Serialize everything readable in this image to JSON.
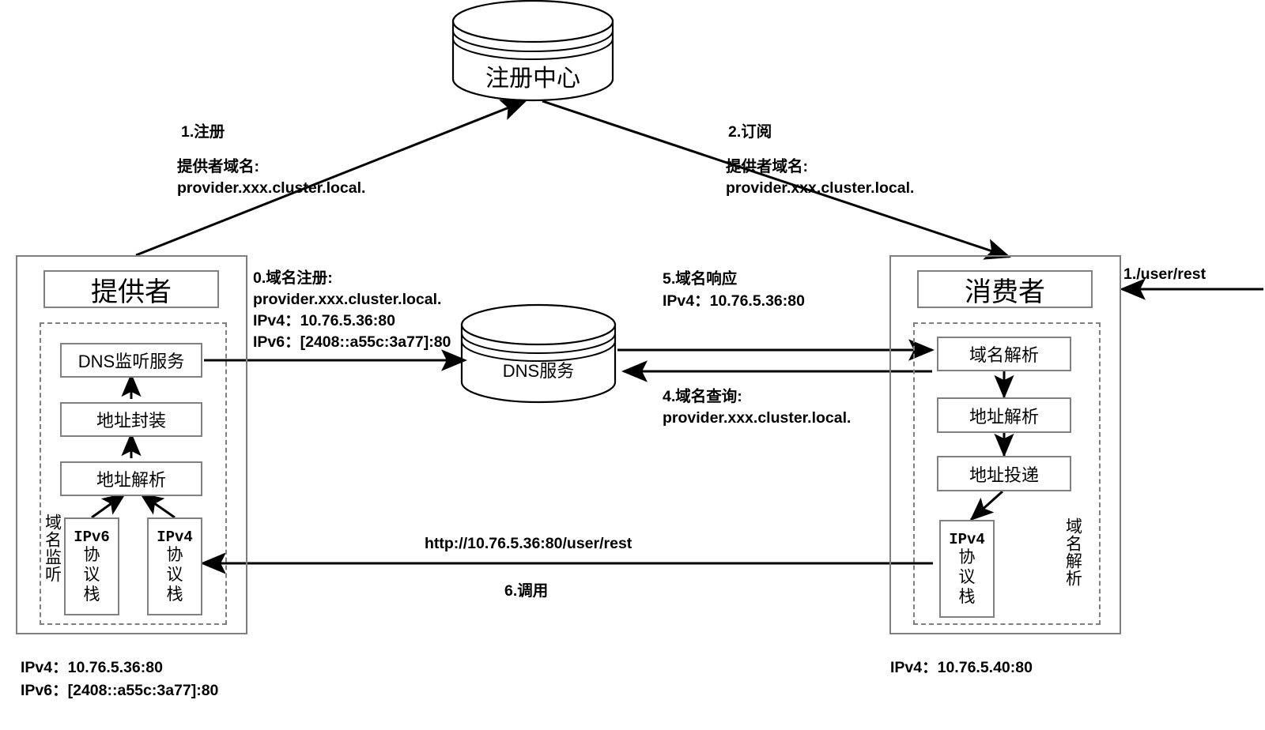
{
  "diagram": {
    "title": "DNS based service discovery between provider and consumer",
    "registry": {
      "label": "注册中心"
    },
    "dns": {
      "label": "DNS服务"
    },
    "provider": {
      "title": "提供者",
      "group_label": "域名监听",
      "nodes": [
        {
          "id": "dns-listen",
          "label": "DNS监听服务"
        },
        {
          "id": "addr-encap",
          "label": "地址封装"
        },
        {
          "id": "addr-resolve",
          "label": "地址解析"
        }
      ],
      "stacks": [
        {
          "id": "ipv6-stack",
          "proto": "IPv6",
          "line1": "协",
          "line2": "议",
          "line3": "栈"
        },
        {
          "id": "ipv4-stack",
          "proto": "IPv4",
          "line1": "协",
          "line2": "议",
          "line3": "栈"
        }
      ],
      "footer": [
        "IPv4：10.76.5.36:80",
        "IPv6：[2408::a55c:3a77]:80"
      ]
    },
    "consumer": {
      "title": "消费者",
      "group_label": "域名解析",
      "nodes": [
        {
          "id": "domain-resolve",
          "label": "域名解析"
        },
        {
          "id": "addr-resolve",
          "label": "地址解析"
        },
        {
          "id": "addr-deliver",
          "label": "地址投递"
        }
      ],
      "stacks": [
        {
          "id": "ipv4-stack",
          "proto": "IPv4",
          "line1": "协",
          "line2": "议",
          "line3": "栈"
        }
      ],
      "footer": [
        "IPv4：10.76.5.40:80"
      ]
    },
    "annotations": {
      "register": {
        "step": "1.注册",
        "line1": "提供者域名:",
        "line2": "provider.xxx.cluster.local."
      },
      "subscribe": {
        "step": "2.订阅",
        "line1": "提供者域名:",
        "line2": "provider.xxx.cluster.local."
      },
      "domain_register": {
        "line1": "0.域名注册:",
        "line2": "provider.xxx.cluster.local.",
        "line3": "IPv4：10.76.5.36:80",
        "line4": "IPv6：[2408::a55c:3a77]:80"
      },
      "domain_response": {
        "line1": "5.域名响应",
        "line2": "IPv4：10.76.5.36:80"
      },
      "domain_query": {
        "line1": "4.域名查询:",
        "line2": "provider.xxx.cluster.local."
      },
      "invoke": {
        "url": "http://10.76.5.36:80/user/rest",
        "step": "6.调用"
      },
      "entry": "1./user/rest"
    }
  }
}
